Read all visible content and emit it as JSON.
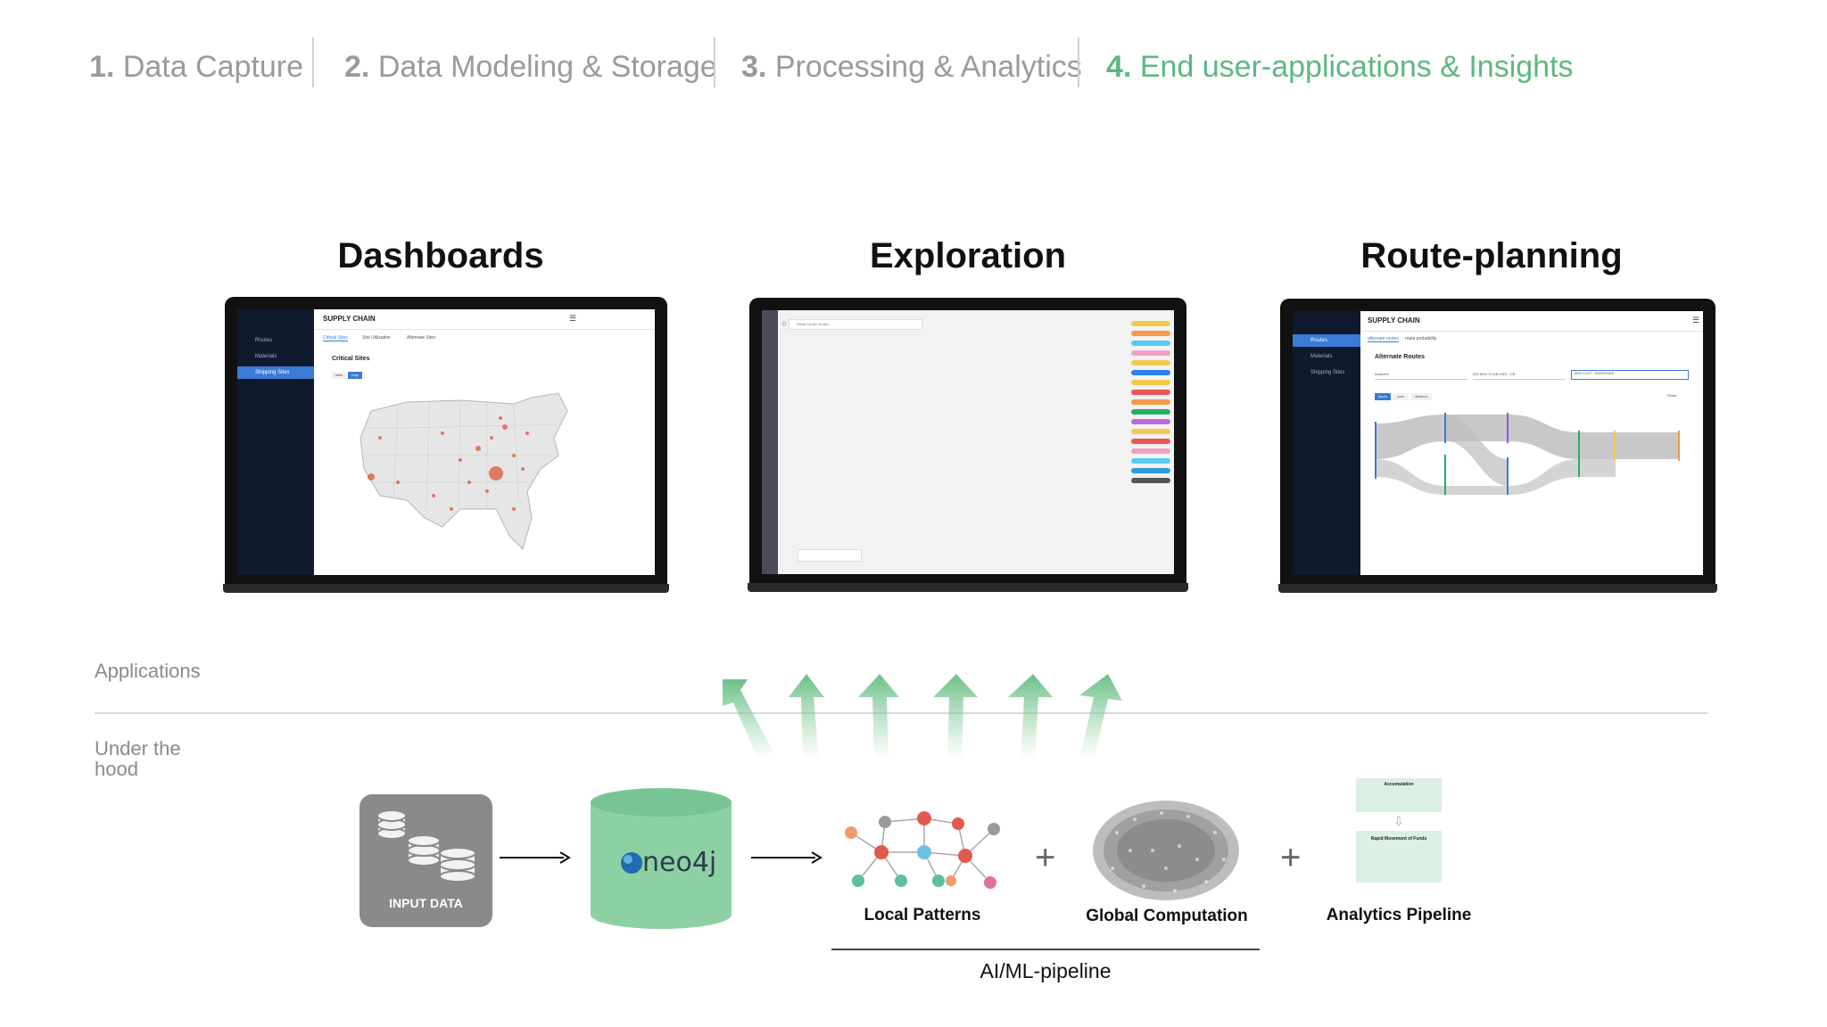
{
  "steps": [
    {
      "num": "1.",
      "label": "Data Capture",
      "active": false
    },
    {
      "num": "2.",
      "label": "Data Modeling & Storage",
      "active": false
    },
    {
      "num": "3.",
      "label": "Processing & Analytics",
      "active": false
    },
    {
      "num": "4.",
      "label": "End user-applications & Insights",
      "active": true
    }
  ],
  "applications": {
    "dashboards": {
      "title": "Dashboards",
      "app_name": "SUPPLY CHAIN",
      "sidebar": [
        "Routes",
        "Materials",
        "Shipping Sites"
      ],
      "tabs": [
        "Critical Sites",
        "Site Utilization",
        "Alternate Sites"
      ],
      "panel_title": "Critical Sites",
      "toggle": [
        "table",
        "map"
      ]
    },
    "exploration": {
      "title": "Exploration",
      "search_placeholder": "Retail Center Nodes"
    },
    "route_planning": {
      "title": "Route-planning",
      "app_name": "SUPPLY CHAIN",
      "sidebar": [
        "Routes",
        "Materials",
        "Shipping Sites"
      ],
      "tabs": [
        "alternate routes",
        "route probability"
      ],
      "panel_title": "Alternate Routes",
      "fields": [
        "Anaheim",
        "BIG BOX CLUB #323 - CB",
        "ORG LLOT - RIVERSIDE"
      ],
      "buttons": [
        "hours",
        "cost",
        "distance"
      ],
      "reset": "Reset"
    }
  },
  "labels": {
    "applications": "Applications",
    "under_hood": "Under the hood"
  },
  "pipeline": {
    "input_data": "INPUT DATA",
    "db_logo": "neo4j",
    "local_patterns": "Local Patterns",
    "global_computation": "Global Computation",
    "analytics_pipeline": "Analytics Pipeline",
    "ai_ml": "AI/ML-pipeline",
    "plus": "+",
    "analytics_card_1": "Accumulation",
    "analytics_card_2": "Rapid Movement of Funds"
  },
  "colors": {
    "accent_green": "#5cb880",
    "arrow_green": "#8ccfa0",
    "db_green": "#8dd0a4",
    "dark_nav": "#0f1a2e",
    "input_gray": "#888888"
  }
}
